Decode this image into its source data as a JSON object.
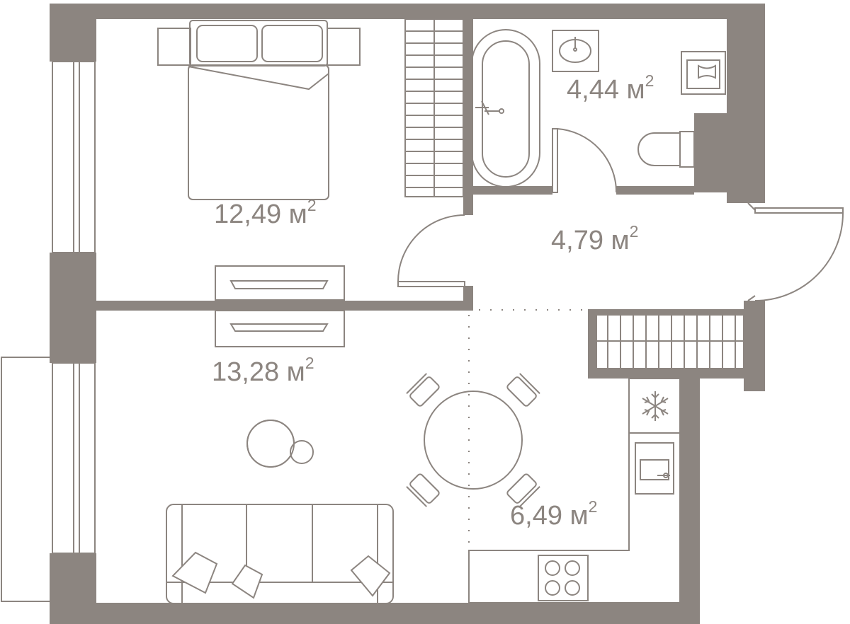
{
  "rooms": {
    "bedroom": {
      "area": "12,49 м",
      "sup": "2"
    },
    "bathroom": {
      "area": "4,44 м",
      "sup": "2"
    },
    "hallway": {
      "area": "4,79 м",
      "sup": "2"
    },
    "living": {
      "area": "13,28 м",
      "sup": "2"
    },
    "kitchen": {
      "area": "6,49 м",
      "sup": "2"
    }
  },
  "colors": {
    "wall": "#8c8580",
    "line": "#8c8580",
    "background": "#ffffff"
  },
  "icons": {
    "freezer": "snowflake-icon",
    "stove": "cooktop-icon",
    "sink": "sink-icon"
  }
}
